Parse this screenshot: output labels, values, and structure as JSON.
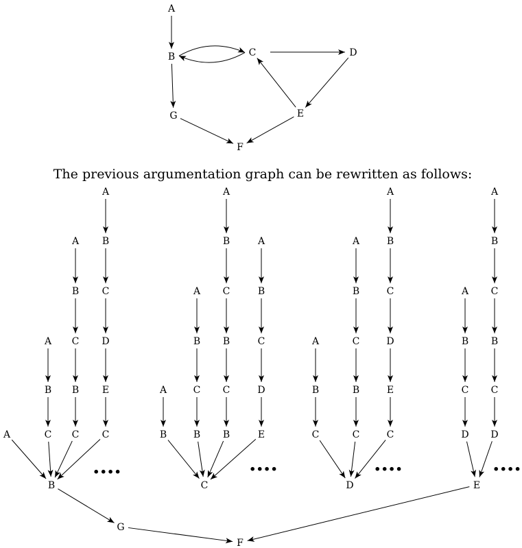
{
  "caption": "The previous argumentation graph can be rewritten as follows:",
  "ellipsis": "....",
  "top_graph": {
    "nodes": [
      "A",
      "B",
      "C",
      "D",
      "E",
      "G",
      "F"
    ],
    "edges": [
      [
        "A",
        "B"
      ],
      [
        "B",
        "C"
      ],
      [
        "C",
        "B"
      ],
      [
        "C",
        "D"
      ],
      [
        "D",
        "E"
      ],
      [
        "E",
        "C"
      ],
      [
        "B",
        "G"
      ],
      [
        "G",
        "F"
      ],
      [
        "E",
        "F"
      ]
    ]
  },
  "tree": {
    "root": "F",
    "children_of_root": [
      "G",
      "E"
    ],
    "G_child": "B",
    "B_chains": [
      [
        "A"
      ],
      [
        "A",
        "B",
        "C"
      ],
      [
        "A",
        "B",
        "C",
        "B",
        "C"
      ],
      [
        "A",
        "B",
        "C",
        "D",
        "E",
        "C"
      ]
    ],
    "C_chains": [
      [
        "A",
        "B"
      ],
      [
        "A",
        "B",
        "C",
        "B"
      ],
      [
        "A",
        "B",
        "C",
        "B",
        "C",
        "B"
      ],
      [
        "A",
        "B",
        "C",
        "D",
        "E"
      ]
    ],
    "D_chains": [
      [
        "A",
        "B",
        "C"
      ],
      [
        "A",
        "B",
        "C",
        "B",
        "C"
      ],
      [
        "A",
        "B",
        "C",
        "D",
        "E",
        "C"
      ]
    ],
    "E_chains": [
      [
        "A",
        "B",
        "C",
        "D"
      ],
      [
        "A",
        "B",
        "C",
        "B",
        "C",
        "D"
      ]
    ]
  }
}
